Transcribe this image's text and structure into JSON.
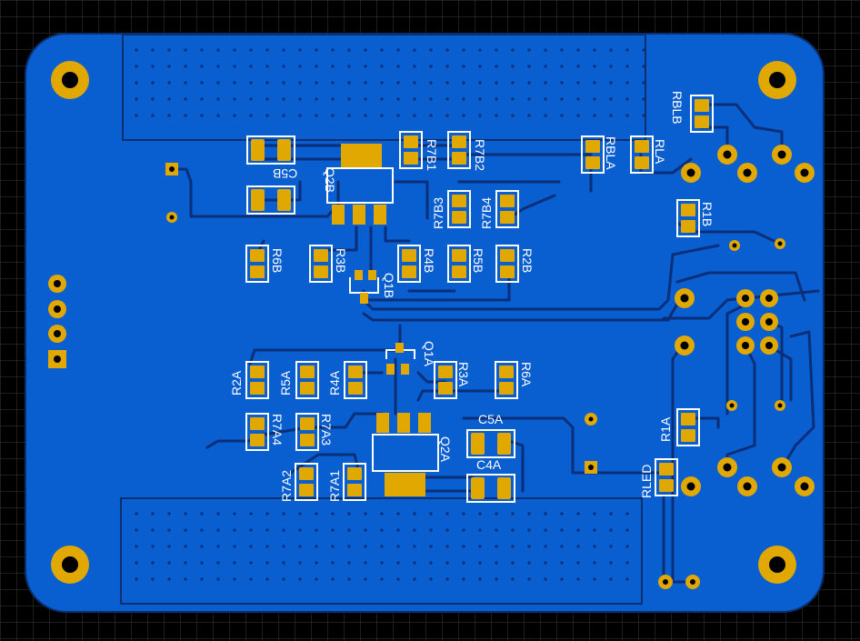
{
  "board": {
    "colors": {
      "background": "#000000",
      "grid": "#3a3a3a",
      "board": "#0a5fd0",
      "board_edge": "#0b2f6e",
      "trace": "#0a2f7a",
      "pad": "#e0a800",
      "silk": "#ffffff",
      "hole": "#000000"
    },
    "pour_note": ""
  },
  "labels": {
    "C5B": "C5B",
    "Q2B": "Q2B",
    "R7B1": "R7B1",
    "R7B2": "R7B2",
    "RBLA": "RBLA",
    "RLA": "RLA",
    "RBLB": "RBLB",
    "R7B3": "R7B3",
    "R7B4": "R7B4",
    "R1B": "R1B",
    "R6B": "R6B",
    "R3B": "R3B",
    "Q1B": "Q1B",
    "R4B": "R4B",
    "R5B": "R5B",
    "R2B": "R2B",
    "Q1A": "Q1A",
    "R2A": "R2A",
    "R5A": "R5A",
    "R4A": "R4A",
    "R3A": "R3A",
    "R6A": "R6A",
    "R7A4": "R7A4",
    "R7A3": "R7A3",
    "C5A": "C5A",
    "C4A": "C4A",
    "Q2A": "Q2A",
    "R1A": "R1A",
    "RLED": "RLED",
    "R7A2": "R7A2",
    "R7A1": "R7A1"
  }
}
